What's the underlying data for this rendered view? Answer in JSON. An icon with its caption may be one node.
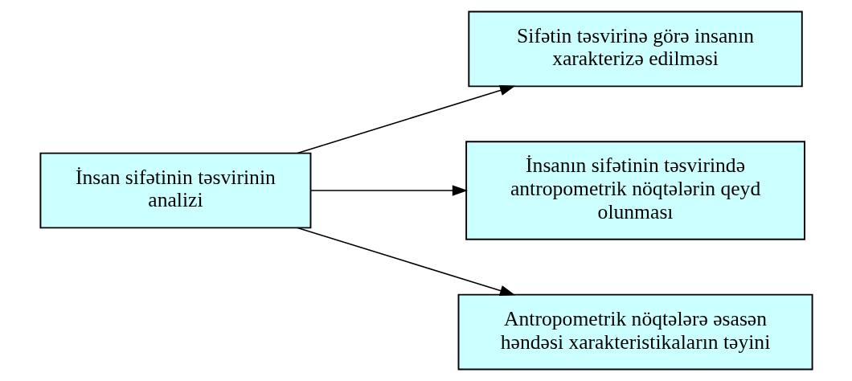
{
  "diagram": {
    "nodes": [
      {
        "text": [
          "İnsan sifətinin təsvirinin analizi"
        ]
      },
      {
        "text": [
          "Sifətin təsvirinə görə insanın xarakterizə edilməsi"
        ]
      },
      {
        "text": [
          "İnsanın sifətinin təsvirində antropometrik nöqtələrin qeyd olunması"
        ]
      },
      {
        "text": [
          "Antropometrik nöqtələrə əsasən həndəsi xarakteristikaların təyini"
        ]
      }
    ],
    "edges": [
      {
        "from": 0,
        "to": 1,
        "arrow": "to"
      },
      {
        "from": 0,
        "to": 2,
        "arrow": "to"
      },
      {
        "from": 0,
        "to": 3,
        "arrow": "to"
      }
    ]
  }
}
